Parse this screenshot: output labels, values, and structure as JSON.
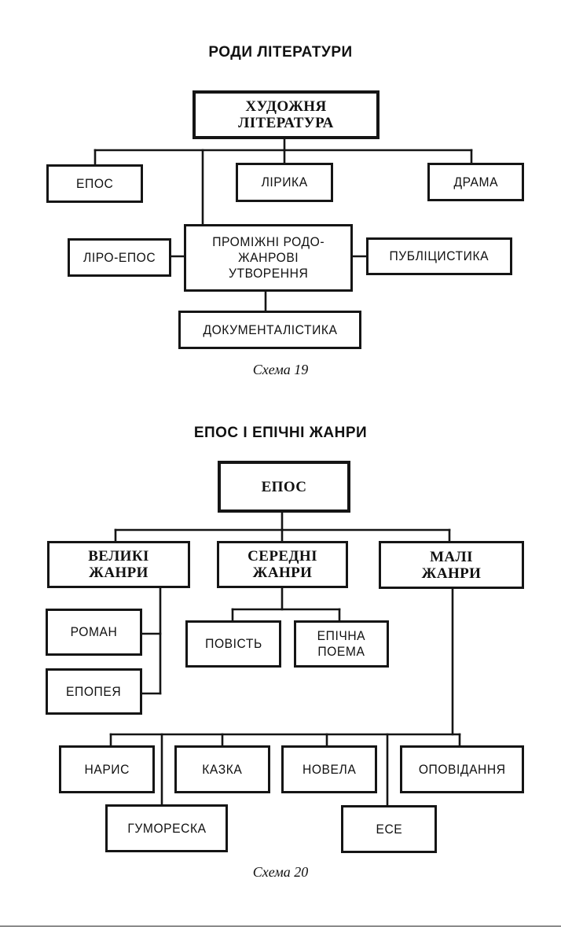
{
  "diagram1": {
    "title": "РОДИ ЛІТЕРАТУРИ",
    "root": "ХУДОЖНЯ\nЛІТЕРАТУРА",
    "kinds": [
      "ЕПОС",
      "ЛІРИКА",
      "ДРАМА"
    ],
    "intermediate": "ПРОМІЖНІ РОДО-\nЖАНРОВІ\nУТВОРЕННЯ",
    "intermediate_children": [
      "ЛІРО-ЕПОС",
      "ПУБЛІЦИСТИКА",
      "ДОКУМЕНТАЛІСТИКА"
    ],
    "caption": "Схема 19"
  },
  "diagram2": {
    "title": "ЕПОС І ЕПІЧНІ ЖАНРИ",
    "root": "ЕПОС",
    "groups": [
      {
        "label": "ВЕЛИКІ\nЖАНРИ",
        "children": [
          "РОМАН",
          "ЕПОПЕЯ"
        ]
      },
      {
        "label": "СЕРЕДНІ\nЖАНРИ",
        "children": [
          "ПОВІСТЬ",
          "ЕПІЧНА\nПОЕМА"
        ]
      },
      {
        "label": "МАЛІ\nЖАНРИ",
        "children": [
          "НАРИС",
          "ГУМОРЕСКА",
          "КАЗКА",
          "НОВЕЛА",
          "ЕСЕ",
          "ОПОВІДАННЯ"
        ]
      }
    ],
    "caption": "Схема 20"
  }
}
